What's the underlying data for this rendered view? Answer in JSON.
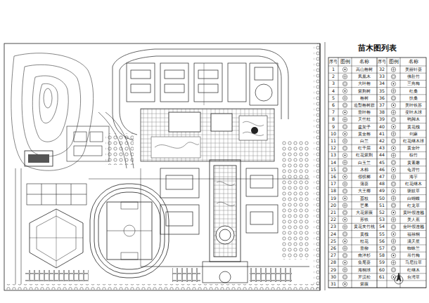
{
  "diagram": {
    "labels": [
      "苗木图列表",
      "序号",
      "图例",
      "名称",
      "序号",
      "图例",
      "名称",
      "1",
      "高山榕树",
      "32",
      "美丽针葵",
      "2",
      "凤凰木",
      "33",
      "佛肚竹",
      "3",
      "大叶榕",
      "34",
      "三角梅",
      "4",
      "紫荆树",
      "35",
      "红桑",
      "5",
      "榕树",
      "36",
      "扶桑",
      "6",
      "造型榕树群",
      "37",
      "美叶铁苏",
      "7",
      "垂叶榕",
      "38",
      "变叶木球",
      "8",
      "天竺桂",
      "39",
      "鸭脚木",
      "9",
      "盆架子",
      "40",
      "黄花槐",
      "10",
      "黄金榕",
      "41",
      "剑麻",
      "11",
      "白兰",
      "42",
      "红花继木球",
      "12",
      "红千层",
      "43",
      "黄金叶",
      "13",
      "红花紫荆",
      "44",
      "棕竹",
      "14",
      "白玉兰",
      "45",
      "黄素馨",
      "15",
      "木棉",
      "46",
      "龟背竹",
      "16",
      "假槟榔",
      "47",
      "海芋",
      "17",
      "蒲葵",
      "48",
      "红花继木",
      "18",
      "大王椰",
      "49",
      "驱蚊草",
      "19",
      "荔枝",
      "50",
      "白蝴蝶",
      "20",
      "芒果",
      "51",
      "红龙草",
      "21",
      "大花紫薇",
      "52",
      "黄叶假连翘",
      "22",
      "苏铁",
      "53",
      "美人蕉",
      "23",
      "黄花夹竹桃",
      "54",
      "金叶假连翘",
      "24",
      "黄槐",
      "55",
      "福禄桐",
      "25",
      "桂花",
      "56",
      "满天星",
      "26",
      "垂柳",
      "57",
      "蜘蛛兰",
      "27",
      "南洋杉",
      "58",
      "吊竹梅",
      "28",
      "鱼尾葵",
      "59",
      "马尼拉草",
      "29",
      "海桐球",
      "60",
      "红继木",
      "30",
      "罗汉松",
      "61",
      "台湾草",
      "31",
      "紫薇"
    ]
  }
}
